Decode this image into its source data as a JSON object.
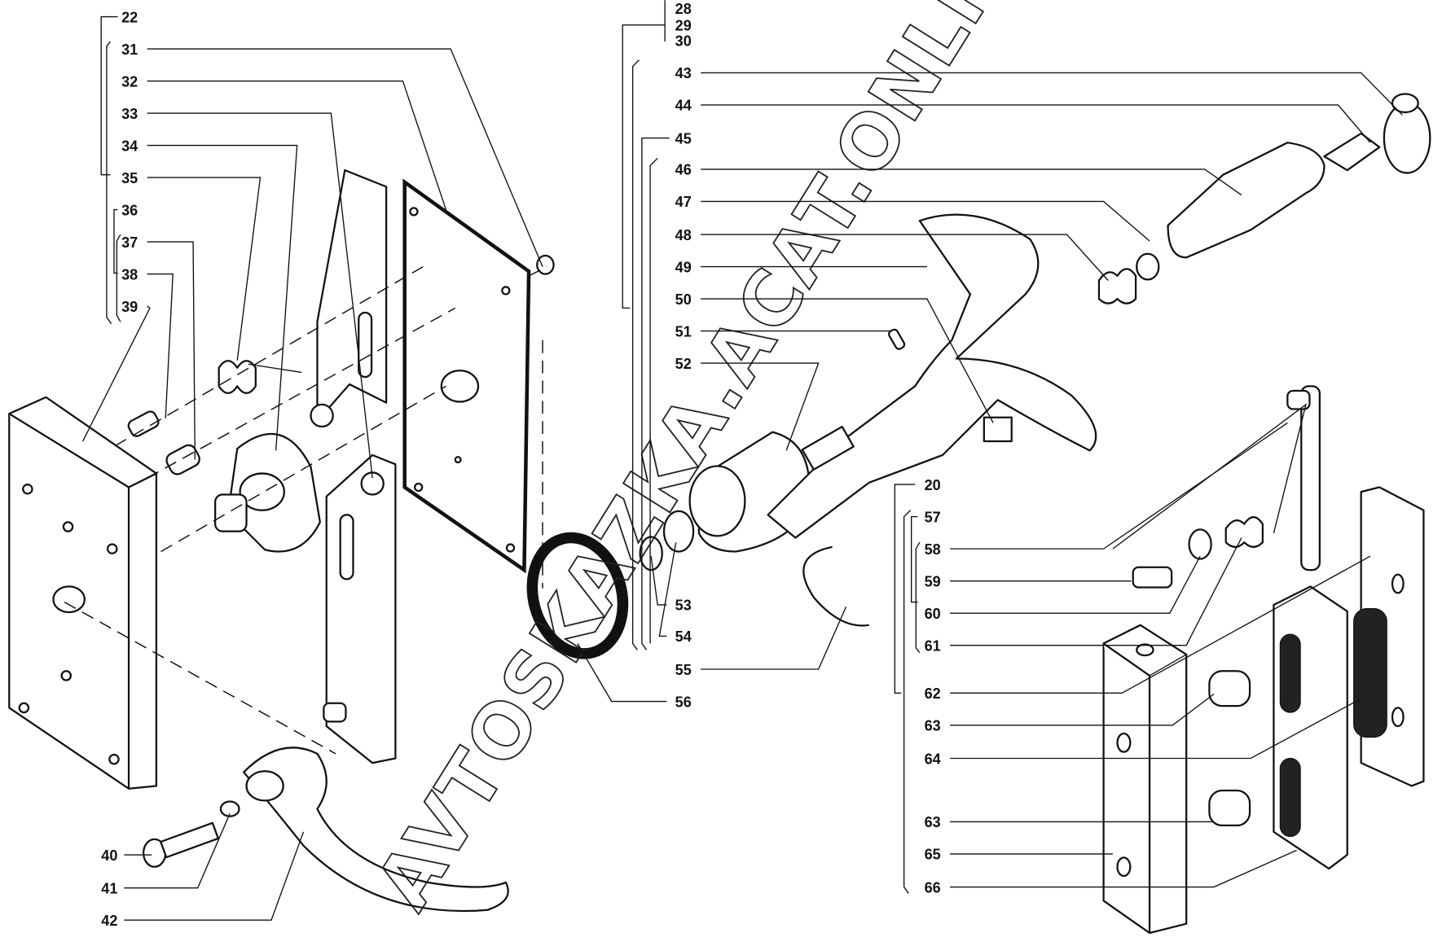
{
  "watermark": "AVTOSKAZKA.ACAT.ONLINE",
  "labels": {
    "left": [
      "22",
      "31",
      "32",
      "33",
      "34",
      "35",
      "36",
      "37",
      "38",
      "39"
    ],
    "left_bottom": [
      "40",
      "41",
      "42"
    ],
    "middle": [
      "28",
      "29",
      "30",
      "43",
      "44",
      "45",
      "46",
      "47",
      "48",
      "49",
      "50",
      "51",
      "52"
    ],
    "middle_bottom": [
      "53",
      "54",
      "55",
      "56"
    ],
    "right": [
      "20",
      "57",
      "58",
      "59",
      "60",
      "61",
      "62",
      "63",
      "64",
      "63",
      "65",
      "66"
    ]
  }
}
